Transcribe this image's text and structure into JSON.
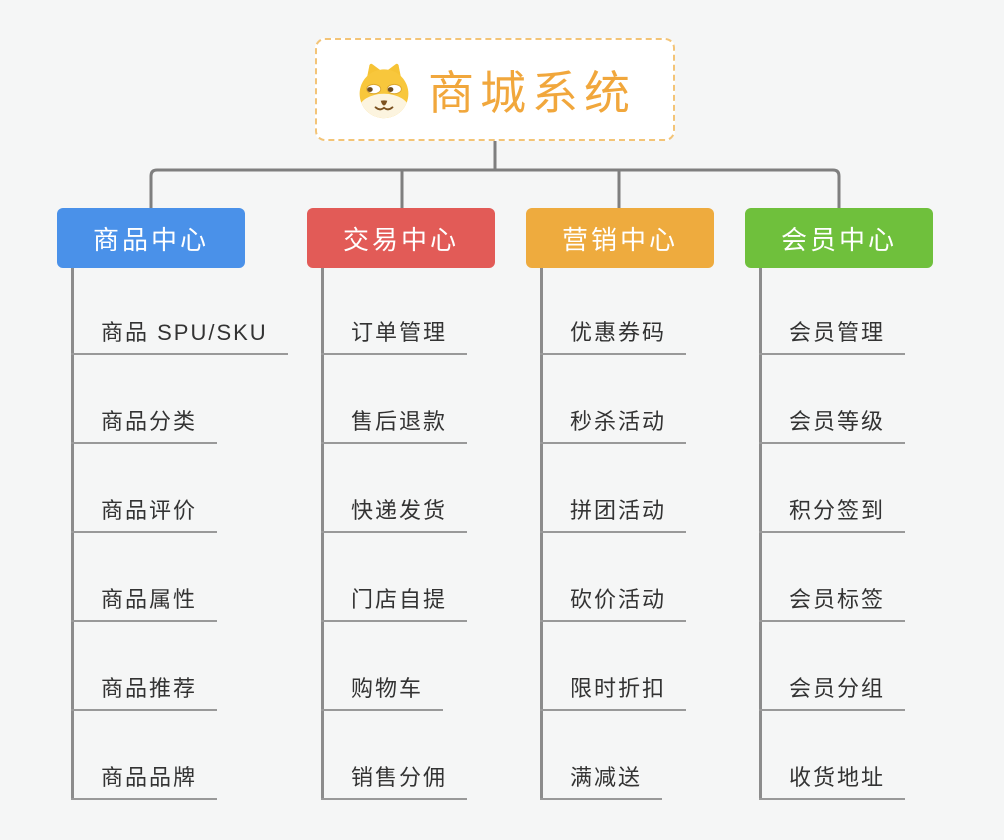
{
  "root": {
    "title": "商城系统",
    "icon": "dog-face-icon",
    "title_color": "#f1a73c",
    "border_color": "#f3c477"
  },
  "connector_color": "#7f7f7f",
  "branches": [
    {
      "label": "商品中心",
      "color": "#4a91e9",
      "items": [
        "商品 SPU/SKU",
        "商品分类",
        "商品评价",
        "商品属性",
        "商品推荐",
        "商品品牌"
      ]
    },
    {
      "label": "交易中心",
      "color": "#e25b57",
      "items": [
        "订单管理",
        "售后退款",
        "快递发货",
        "门店自提",
        "购物车",
        "销售分佣"
      ]
    },
    {
      "label": "营销中心",
      "color": "#eeab3e",
      "items": [
        "优惠券码",
        "秒杀活动",
        "拼团活动",
        "砍价活动",
        "限时折扣",
        "满减送"
      ]
    },
    {
      "label": "会员中心",
      "color": "#6fc03c",
      "items": [
        "会员管理",
        "会员等级",
        "积分签到",
        "会员标签",
        "会员分组",
        "收货地址"
      ]
    }
  ]
}
